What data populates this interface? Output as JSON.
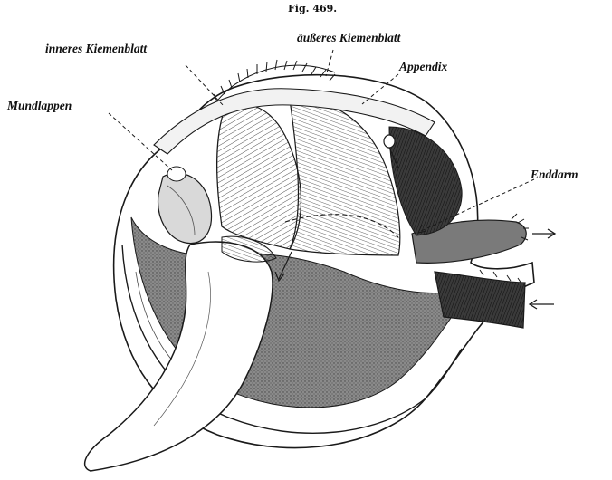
{
  "figure": {
    "caption": "Fig. 469.",
    "labels": {
      "inneres_kiemenblatt": "inneres Kiemenblatt",
      "aeusseres_kiemenblatt": "äußeres Kiemenblatt",
      "appendix": "Appendix",
      "mundlappen": "Mundlappen",
      "enddarm": "Enddarm"
    }
  },
  "colors": {
    "ink": "#1a1a1a",
    "paper": "#ffffff",
    "shade": "#6b6b6b"
  }
}
